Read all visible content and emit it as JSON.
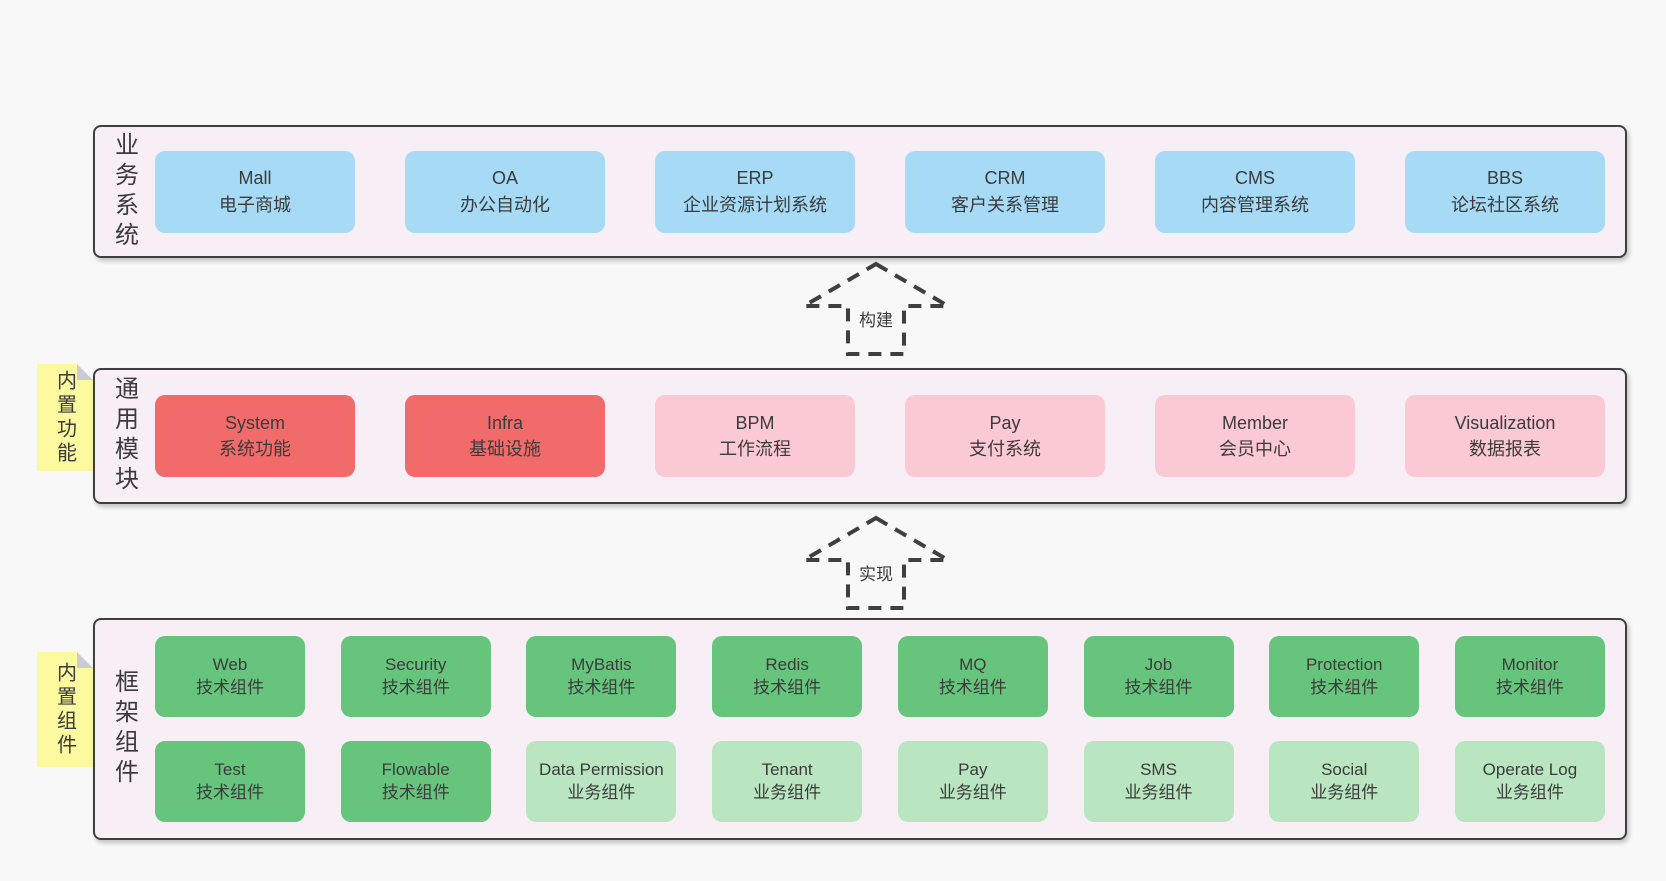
{
  "colors": {
    "page_bg": "#f8f8f8",
    "band_bg": "#f8eef6",
    "band_border": "#3f3f3f",
    "arrow_outline": "#3f3f3f",
    "text": "#3b3b3b",
    "sticky_yellow": "#fcf99e",
    "sticky_fold": "#c9ccd2",
    "blue": "#a6daf5",
    "red": "#f26b6b",
    "pink": "#fbc9d3",
    "green": "#66c47c",
    "lightgreen": "#b9e5c1"
  },
  "arrows": [
    {
      "label": "构建"
    },
    {
      "label": "实现"
    }
  ],
  "bands": [
    {
      "label": "业务系统",
      "rows": [
        [
          {
            "en": "Mall",
            "zh": "电子商城",
            "variant": "blue"
          },
          {
            "en": "OA",
            "zh": "办公自动化",
            "variant": "blue"
          },
          {
            "en": "ERP",
            "zh": "企业资源计划系统",
            "variant": "blue"
          },
          {
            "en": "CRM",
            "zh": "客户关系管理",
            "variant": "blue"
          },
          {
            "en": "CMS",
            "zh": "内容管理系统",
            "variant": "blue"
          },
          {
            "en": "BBS",
            "zh": "论坛社区系统",
            "variant": "blue"
          }
        ]
      ]
    },
    {
      "label": "通用模块",
      "sticky": "内置功能",
      "rows": [
        [
          {
            "en": "System",
            "zh": "系统功能",
            "variant": "red"
          },
          {
            "en": "Infra",
            "zh": "基础设施",
            "variant": "red"
          },
          {
            "en": "BPM",
            "zh": "工作流程",
            "variant": "pink"
          },
          {
            "en": "Pay",
            "zh": "支付系统",
            "variant": "pink"
          },
          {
            "en": "Member",
            "zh": "会员中心",
            "variant": "pink"
          },
          {
            "en": "Visualization",
            "zh": "数据报表",
            "variant": "pink"
          }
        ]
      ]
    },
    {
      "label": "框架组件",
      "sticky": "内置组件",
      "rows": [
        [
          {
            "en": "Web",
            "zh": "技术组件",
            "variant": "green"
          },
          {
            "en": "Security",
            "zh": "技术组件",
            "variant": "green"
          },
          {
            "en": "MyBatis",
            "zh": "技术组件",
            "variant": "green"
          },
          {
            "en": "Redis",
            "zh": "技术组件",
            "variant": "green"
          },
          {
            "en": "MQ",
            "zh": "技术组件",
            "variant": "green"
          },
          {
            "en": "Job",
            "zh": "技术组件",
            "variant": "green"
          },
          {
            "en": "Protection",
            "zh": "技术组件",
            "variant": "green"
          },
          {
            "en": "Monitor",
            "zh": "技术组件",
            "variant": "green"
          }
        ],
        [
          {
            "en": "Test",
            "zh": "技术组件",
            "variant": "green"
          },
          {
            "en": "Flowable",
            "zh": "技术组件",
            "variant": "green"
          },
          {
            "en": "Data Permission",
            "zh": "业务组件",
            "variant": "lightgreen"
          },
          {
            "en": "Tenant",
            "zh": "业务组件",
            "variant": "lightgreen"
          },
          {
            "en": "Pay",
            "zh": "业务组件",
            "variant": "lightgreen"
          },
          {
            "en": "SMS",
            "zh": "业务组件",
            "variant": "lightgreen"
          },
          {
            "en": "Social",
            "zh": "业务组件",
            "variant": "lightgreen"
          },
          {
            "en": "Operate Log",
            "zh": "业务组件",
            "variant": "lightgreen"
          }
        ]
      ]
    }
  ]
}
